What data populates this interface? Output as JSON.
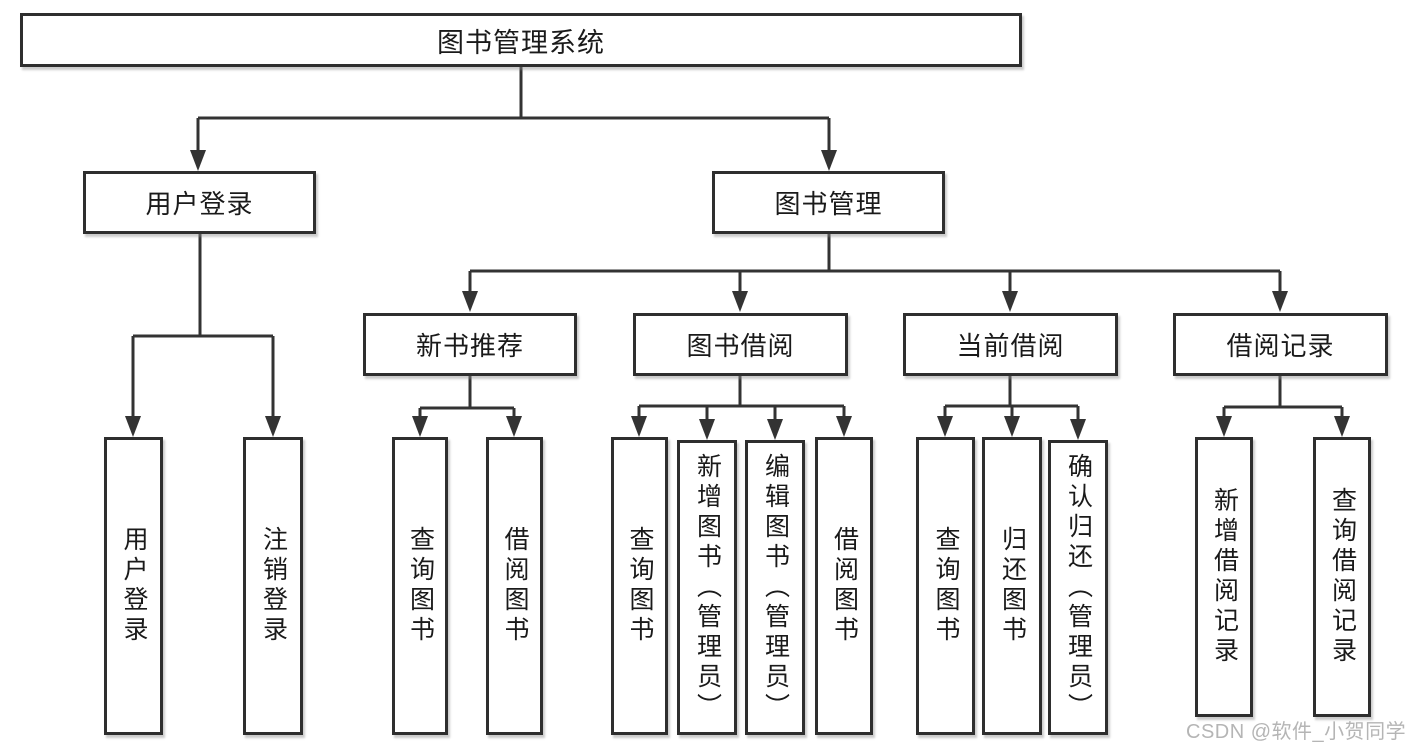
{
  "diagram": {
    "title": "图书管理系统",
    "level2": {
      "user_login": "用户登录",
      "book_management": "图书管理"
    },
    "level3": {
      "new_book_recommend": "新书推荐",
      "book_borrow": "图书借阅",
      "current_borrow": "当前借阅",
      "borrow_record": "借阅记录"
    },
    "leaves": {
      "user_login": [
        "用户登录",
        "注销登录"
      ],
      "new_book_recommend": [
        "查询图书",
        "借阅图书"
      ],
      "book_borrow": [
        "查询图书",
        "新增图书（管理员）",
        "编辑图书（管理员）",
        "借阅图书"
      ],
      "current_borrow": [
        "查询图书",
        "归还图书",
        "确认归还（管理员）"
      ],
      "borrow_record": [
        "新增借阅记录",
        "查询借阅记录"
      ]
    }
  },
  "watermark": "CSDN @软件_小贺同学",
  "colors": {
    "line": "#333333",
    "box_border": "#2e2e2e",
    "text": "#1a1a1a",
    "watermark": "#b5b5b5",
    "background": "#ffffff"
  }
}
